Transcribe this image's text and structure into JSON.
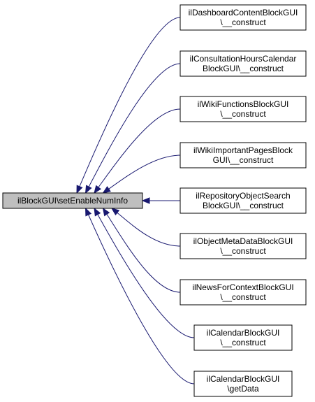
{
  "graph": {
    "source": {
      "id": "setEnableNumInfo",
      "label": [
        "ilBlockGUI\\setEnableNumInfo"
      ]
    },
    "callers": [
      {
        "id": "dashboard",
        "label": [
          "ilDashboardContentBlockGUI",
          "\\__construct"
        ]
      },
      {
        "id": "consultation",
        "label": [
          "ilConsultationHoursCalendar",
          "BlockGUI\\__construct"
        ]
      },
      {
        "id": "wikifunctions",
        "label": [
          "ilWikiFunctionsBlockGUI",
          "\\__construct"
        ]
      },
      {
        "id": "wikiimportant",
        "label": [
          "ilWikiImportantPagesBlock",
          "GUI\\__construct"
        ]
      },
      {
        "id": "repositorysearch",
        "label": [
          "ilRepositoryObjectSearch",
          "BlockGUI\\__construct"
        ]
      },
      {
        "id": "objectmeta",
        "label": [
          "ilObjectMetaDataBlockGUI",
          "\\__construct"
        ]
      },
      {
        "id": "newsforcontext",
        "label": [
          "ilNewsForContextBlockGUI",
          "\\__construct"
        ]
      },
      {
        "id": "calendarconstruct",
        "label": [
          "ilCalendarBlockGUI",
          "\\__construct"
        ]
      },
      {
        "id": "calendargetdata",
        "label": [
          "ilCalendarBlockGUI",
          "\\getData"
        ]
      }
    ],
    "edge_color": "#191970"
  }
}
